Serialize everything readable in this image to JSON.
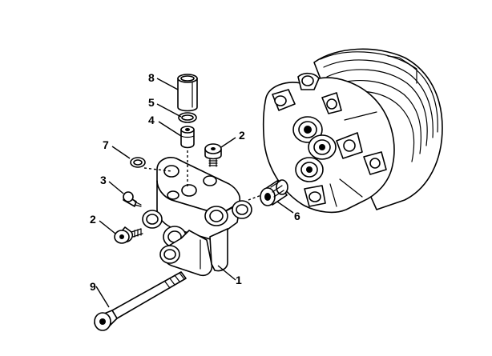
{
  "diagram": {
    "labels": {
      "l1": "1",
      "l2a": "2",
      "l2b": "2",
      "l3": "3",
      "l4": "4",
      "l5": "5",
      "l6": "6",
      "l7": "7",
      "l8": "8",
      "l9": "9"
    }
  }
}
